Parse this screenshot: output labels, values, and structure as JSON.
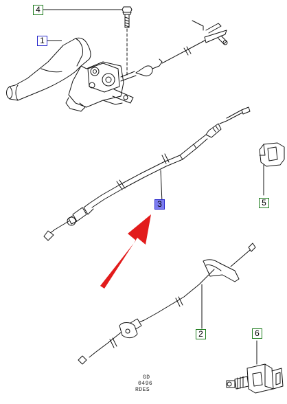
{
  "callouts": [
    {
      "label": "4",
      "style": "green"
    },
    {
      "label": "1",
      "style": "blue"
    },
    {
      "label": "5",
      "style": "green"
    },
    {
      "label": "3",
      "style": "highlight"
    },
    {
      "label": "2",
      "style": "green"
    },
    {
      "label": "6",
      "style": "green"
    }
  ],
  "drawing_code": [
    "GD",
    "0496",
    "RDES"
  ],
  "colors": {
    "line": "#111111",
    "callout_green": "#1a7a1a",
    "callout_blue": "#2a2acc",
    "callout_highlight_fill": "#7b7bf0",
    "arrow": "#e21b1b"
  }
}
